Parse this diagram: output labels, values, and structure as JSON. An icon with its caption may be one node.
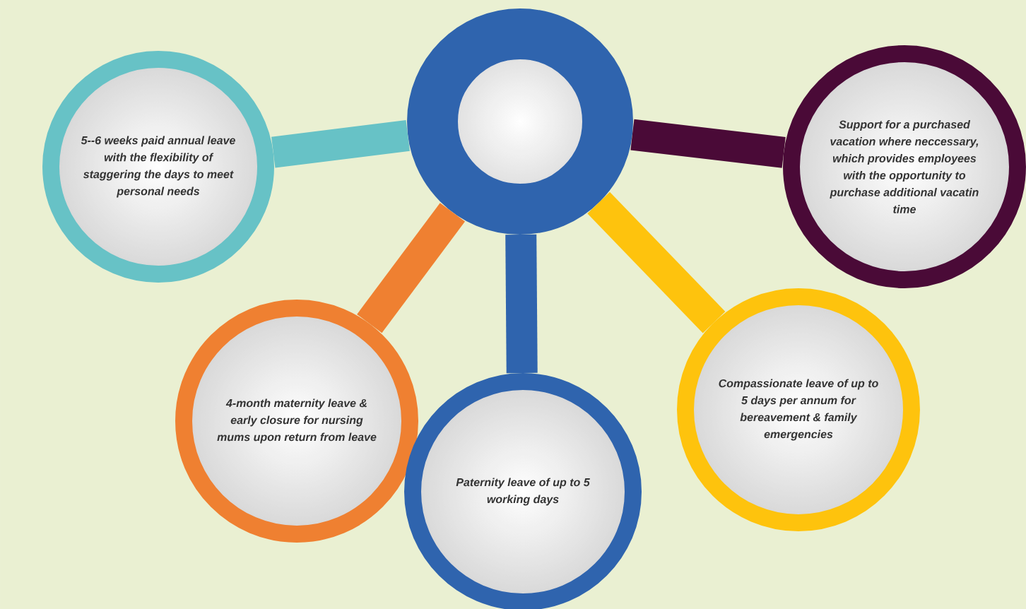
{
  "diagram": {
    "nodes": [
      {
        "text": [],
        "shape": "circle"
      },
      {
        "text": [
          "5--6 weeks paid annual leave with the flexibility of staggering the days to meet personal needs"
        ]
      },
      {
        "text": [
          "Support for a purchased vacation where neccessary, which provides employees with the opportunity to purchase additional vacatin time"
        ]
      },
      {
        "text": [
          "4-month maternity leave & early closure for nursing mums upon return from leave"
        ]
      },
      {
        "text": [
          "Compassionate leave of up to 5 days per annum for bereavement & family emergencies"
        ]
      },
      {
        "text": [
          "Paternity leave of up to 5 working days"
        ]
      }
    ],
    "edges": [
      {
        "from": 0,
        "to": 1,
        "arrow": "none",
        "color": "#67c2c6"
      },
      {
        "from": 0,
        "to": 2,
        "arrow": "none",
        "color": "#4a0a37"
      },
      {
        "from": 0,
        "to": 3,
        "arrow": "none",
        "color": "#ef8031"
      },
      {
        "from": 0,
        "to": 4,
        "arrow": "none",
        "color": "#fec30d"
      },
      {
        "from": 0,
        "to": 5,
        "arrow": "none",
        "color": "#2f64ae"
      }
    ]
  }
}
